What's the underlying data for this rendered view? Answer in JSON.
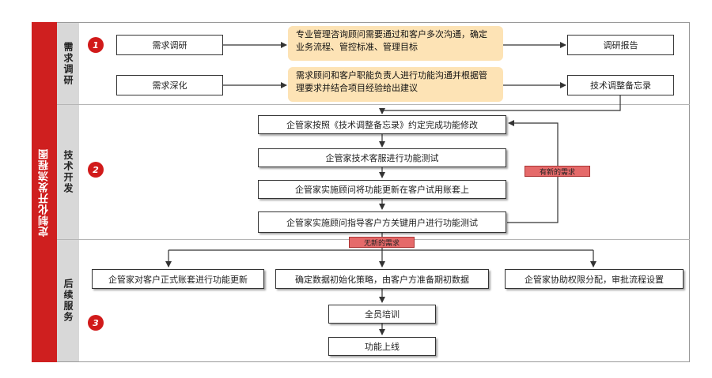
{
  "title": "定制化开发流程图",
  "stages": [
    {
      "label": "需求调研",
      "number": "1"
    },
    {
      "label": "技术开发",
      "number": "2"
    },
    {
      "label": "后续服务",
      "number": "3"
    }
  ],
  "research": {
    "box_survey": "需求调研",
    "note_1": "专业管理咨询顾问需要通过和客户多次沟通，确定业务流程、管控标准、管理目标",
    "box_report": "调研报告",
    "box_deepen": "需求深化",
    "note_2": "需求顾问和客户职能负责人进行功能沟通并根据管理要求并结合项目经验给出建议",
    "box_memo": "技术调整备忘录"
  },
  "development": {
    "step_1": "企管家按照《技术调整备忘录》约定完成功能修改",
    "step_2": "企管家技术客服进行功能测试",
    "step_3": "企管家实施顾问将功能更新在客户试用账套上",
    "step_4": "企管家实施顾问指导客户方关键用户进行功能测试",
    "tag_new_requirement": "有新的需求",
    "tag_no_new_requirement": "无新的需求"
  },
  "service": {
    "branch_left": "企管家对客户正式账套进行功能更新",
    "branch_middle": "确定数据初始化策略，由客户方准备期初数据",
    "branch_right": "企管家协助权限分配，审批流程设置",
    "training": "全员培训",
    "go_live": "功能上线"
  },
  "colors": {
    "accent_red": "#cf1f1f",
    "note_fill": "#fde3b5",
    "tag_fill": "#e56a6a",
    "stage_gray": "#d8d8d8"
  }
}
